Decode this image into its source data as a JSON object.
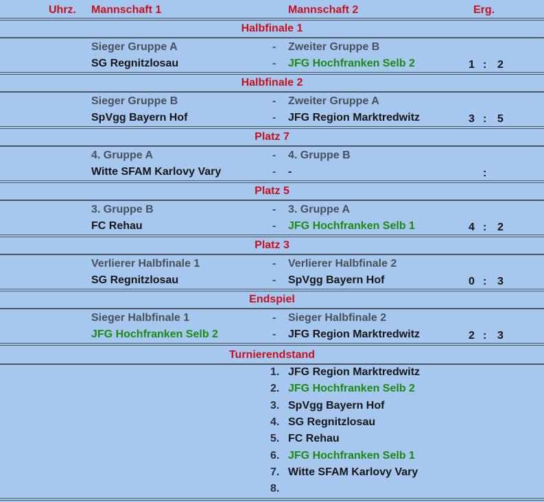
{
  "header": {
    "time": "Uhrz.",
    "team1": "Mannschaft 1",
    "team2": "Mannschaft 2",
    "result": "Erg."
  },
  "colors": {
    "background": "#a6c8ef",
    "header_red": "#c8101e",
    "highlight_green": "#1a8a12",
    "placeholder_gray": "#4a5058",
    "text_dark": "#151515"
  },
  "sections": [
    {
      "title": "Halbfinale 1",
      "placeholder1": "Sieger Gruppe A",
      "placeholder2": "Zweiter Gruppe B",
      "team1": "SG Regnitzlosau",
      "team2": "JFG Hochfranken Selb 2",
      "team1_highlight": false,
      "team2_highlight": true,
      "score1": "1",
      "colon": ":",
      "score2": "2"
    },
    {
      "title": "Halbfinale 2",
      "placeholder1": "Sieger Gruppe B",
      "placeholder2": "Zweiter Gruppe A",
      "team1": "SpVgg Bayern Hof",
      "team2": "JFG Region Marktredwitz",
      "team1_highlight": false,
      "team2_highlight": false,
      "score1": "3",
      "colon": ":",
      "score2": "5"
    },
    {
      "title": "Platz 7",
      "placeholder1": "4. Gruppe A",
      "placeholder2": "4. Gruppe B",
      "team1": "Witte SFAM Karlovy Vary",
      "team2": "-",
      "team1_highlight": false,
      "team2_highlight": false,
      "score1": "",
      "colon": ":",
      "score2": ""
    },
    {
      "title": "Platz 5",
      "placeholder1": "3. Gruppe B",
      "placeholder2": "3. Gruppe A",
      "team1": "FC Rehau",
      "team2": "JFG Hochfranken Selb 1",
      "team1_highlight": false,
      "team2_highlight": true,
      "score1": "4",
      "colon": ":",
      "score2": "2"
    },
    {
      "title": "Platz 3",
      "placeholder1": "Verlierer Halbfinale 1",
      "placeholder2": "Verlierer Halbfinale 2",
      "team1": "SG Regnitzlosau",
      "team2": "SpVgg Bayern Hof",
      "team1_highlight": false,
      "team2_highlight": false,
      "score1": "0",
      "colon": ":",
      "score2": "3"
    },
    {
      "title": "Endspiel",
      "placeholder1": "Sieger Halbfinale 1",
      "placeholder2": "Sieger Halbfinale 2",
      "team1": "JFG Hochfranken Selb 2",
      "team2": "JFG Region Marktredwitz",
      "team1_highlight": true,
      "team2_highlight": false,
      "score1": "2",
      "colon": ":",
      "score2": "3"
    }
  ],
  "dash": "-",
  "standings": {
    "title": "Turnierendstand",
    "entries": [
      {
        "rank": "1.",
        "team": "JFG Region Marktredwitz",
        "highlight": false
      },
      {
        "rank": "2.",
        "team": "JFG Hochfranken Selb 2",
        "highlight": true
      },
      {
        "rank": "3.",
        "team": "SpVgg Bayern Hof",
        "highlight": false
      },
      {
        "rank": "4.",
        "team": "SG Regnitzlosau",
        "highlight": false
      },
      {
        "rank": "5.",
        "team": "FC Rehau",
        "highlight": false
      },
      {
        "rank": "6.",
        "team": "JFG Hochfranken Selb 1",
        "highlight": true
      },
      {
        "rank": "7.",
        "team": "Witte SFAM Karlovy Vary",
        "highlight": false
      },
      {
        "rank": "8.",
        "team": "",
        "highlight": false
      }
    ]
  }
}
